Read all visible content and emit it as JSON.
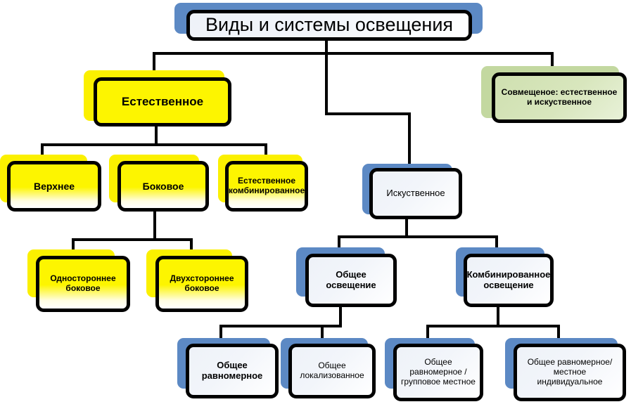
{
  "diagram": {
    "title": "Виды и системы освещения",
    "nodes": {
      "root": "Виды и системы освещения",
      "natural": "Естественное",
      "combined_both": "Совмещеное: естественное и искуственное",
      "top_light": "Верхнее",
      "side_light": "Боковое",
      "natural_combined": "Естественное комбинированное",
      "one_sided": "Одностороннее боковое",
      "two_sided": "Двухстороннее боковое",
      "artificial": "Искуственное",
      "general": "Общее освещение",
      "combined": "Комбинированное освещение",
      "general_uniform": "Общее равномерное",
      "general_localized": "Общее локализованное",
      "uniform_group_local": "Общее равномерное / групповое местное",
      "uniform_local_individual": "Общее равномерное/ местное индивидуальное"
    },
    "colors": {
      "line": "#000000",
      "blue_shadow": "#5c89c4",
      "blue_fill": "#eef2f8",
      "yellow_shadow": "#fbf000",
      "yellow_fill": "#fdf500",
      "green_shadow": "#c3d8a0",
      "green_fill": "#cfe0b0",
      "background": "#ffffff"
    }
  }
}
